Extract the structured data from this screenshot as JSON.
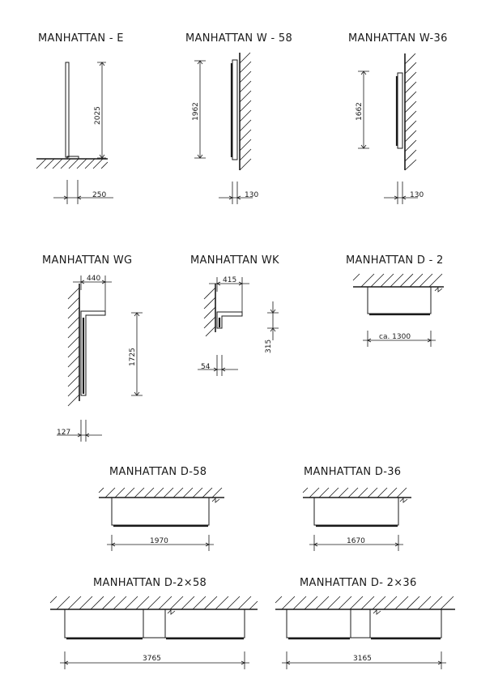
{
  "fixtures": [
    {
      "id": "e",
      "title": "MANHATTAN - E",
      "dims": [
        "2025",
        "250"
      ]
    },
    {
      "id": "w58",
      "title": "MANHATTAN  W - 58",
      "dims": [
        "1962",
        "130"
      ]
    },
    {
      "id": "w36",
      "title": "MANHATTAN  W-36",
      "dims": [
        "1662",
        "130"
      ]
    },
    {
      "id": "wg",
      "title": "MANHATTAN  WG",
      "dims": [
        "440",
        "1725",
        "127"
      ]
    },
    {
      "id": "wk",
      "title": "MANHATTAN  WK",
      "dims": [
        "415",
        "315",
        "54"
      ]
    },
    {
      "id": "d2",
      "title": "MANHATTAN  D - 2",
      "dims": [
        "ca. 1300"
      ]
    },
    {
      "id": "d58",
      "title": "MANHATTAN  D-58",
      "dims": [
        "1970"
      ]
    },
    {
      "id": "d36",
      "title": "MANHATTAN  D-36",
      "dims": [
        "1670"
      ]
    },
    {
      "id": "d2x58",
      "title": "MANHATTAN  D-2×58",
      "dims": [
        "3765"
      ]
    },
    {
      "id": "d2x36",
      "title": "MANHATTAN  D- 2×36",
      "dims": [
        "3165"
      ]
    }
  ]
}
